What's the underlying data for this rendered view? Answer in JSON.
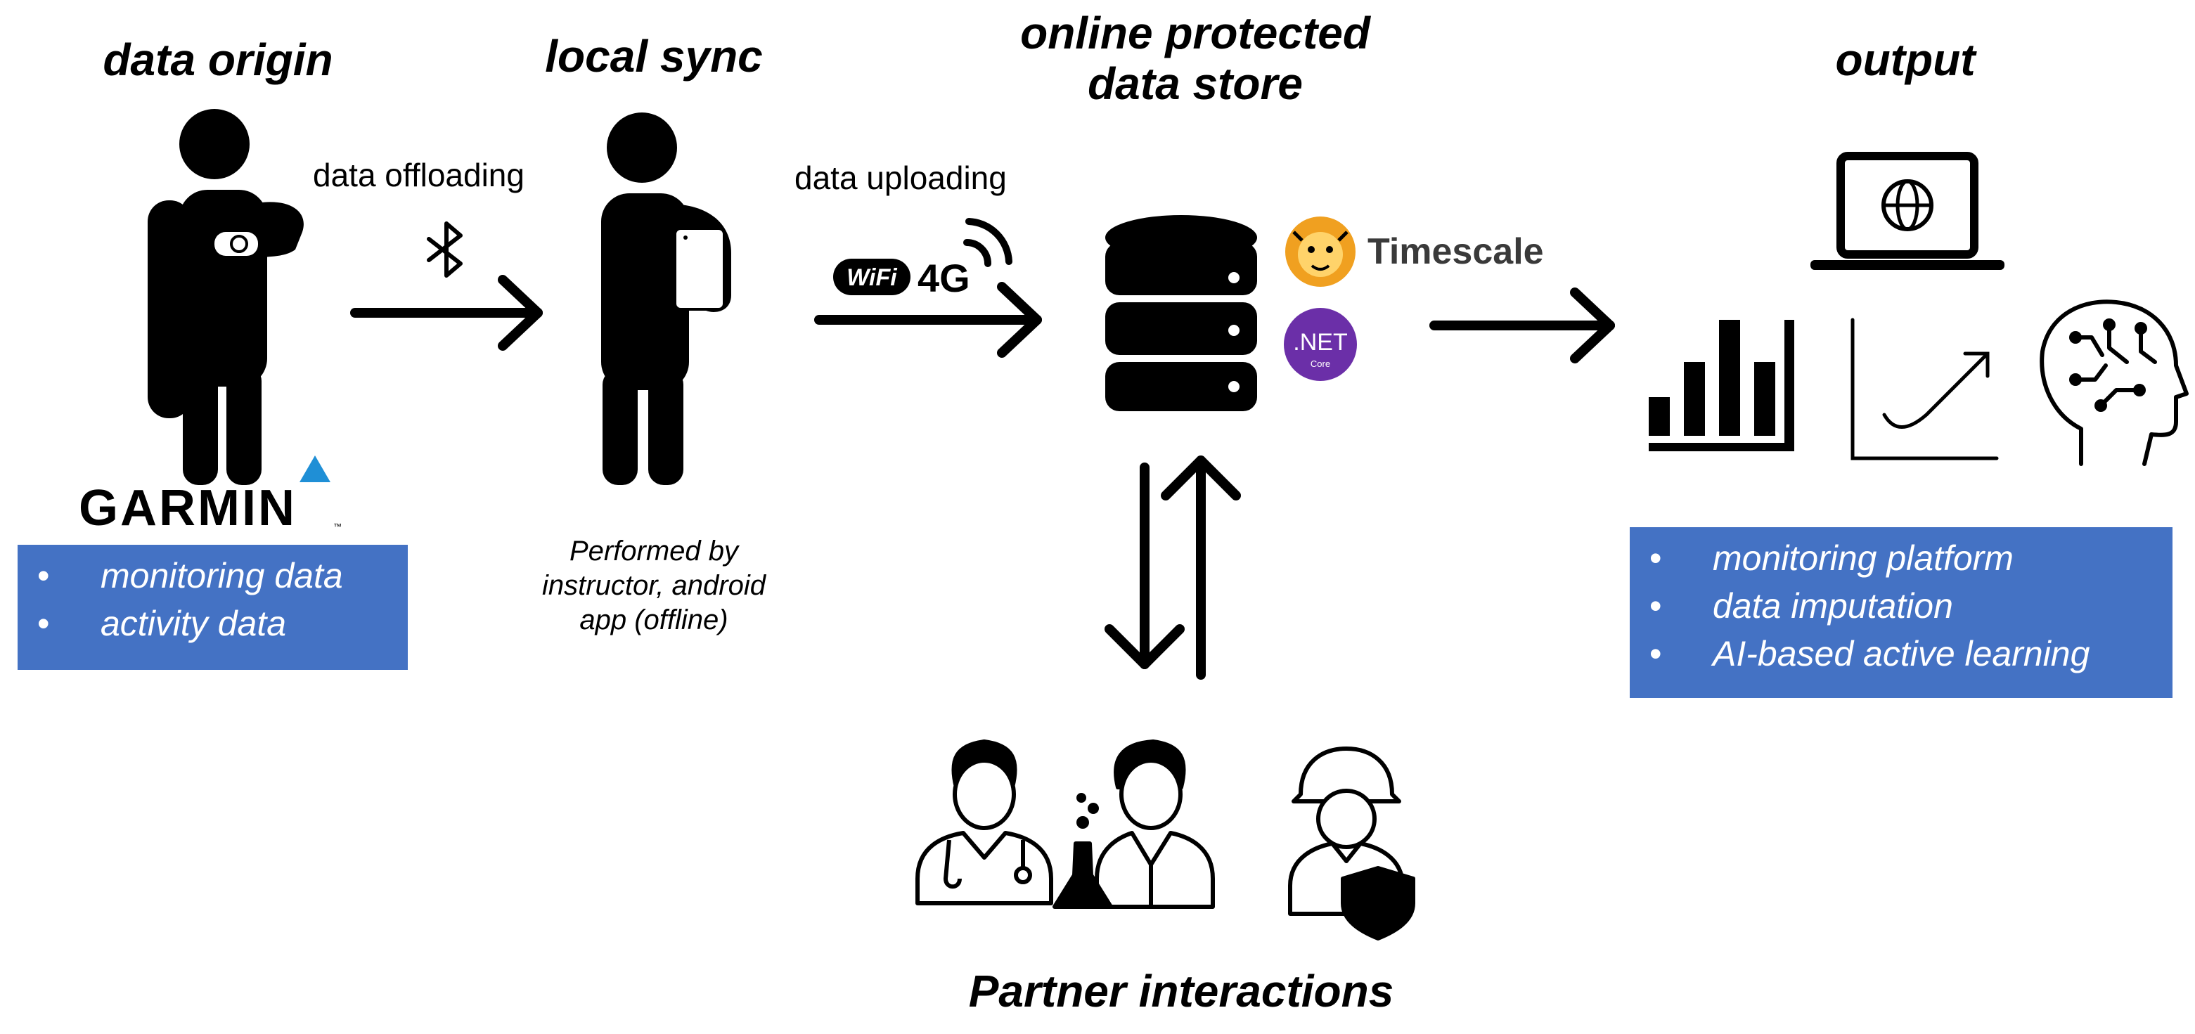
{
  "stages": {
    "origin": "data origin",
    "sync": "local sync",
    "store_line1": "online protected",
    "store_line2": "data store",
    "output": "output"
  },
  "flows": {
    "offloading": "data offloading",
    "uploading": "data uploading",
    "wifi": "WiFi",
    "cellular": "4G"
  },
  "brands": {
    "garmin": "GARMIN",
    "garmin_tm": "™",
    "timescale": "Timescale",
    "dotnet": ".NET",
    "dotnet_sub": "Core"
  },
  "origin_box": [
    "monitoring data",
    "activity data"
  ],
  "sync_note": [
    "Performed by",
    "instructor, android",
    "app (offline)"
  ],
  "output_box": [
    "monitoring platform",
    "data imputation",
    "AI-based active learning"
  ],
  "partners_label": "Partner interactions",
  "colors": {
    "box": "#4472c4",
    "garmin_triangle": "#1f8fd6",
    "dotnet": "#6b2fa8",
    "tiger": "#f0a020"
  },
  "icons": [
    "person-watch-icon",
    "bluetooth-icon",
    "person-tablet-icon",
    "wifi-badge-icon",
    "signal-icon",
    "database-icon",
    "timescale-tiger-icon",
    "dotnet-logo-icon",
    "laptop-globe-icon",
    "bar-chart-icon",
    "line-chart-icon",
    "ai-head-icon",
    "doctor-icon",
    "scientist-icon",
    "soldier-icon"
  ]
}
